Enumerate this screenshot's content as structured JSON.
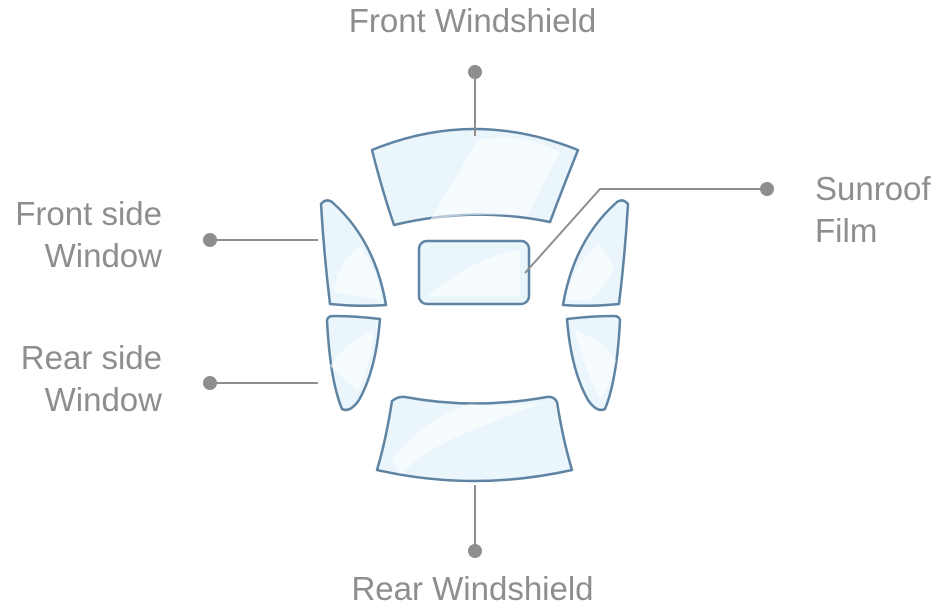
{
  "labels": {
    "front_windshield": "Front Windshield",
    "rear_windshield": "Rear Windshield",
    "front_side_window": [
      "Front side",
      "Window"
    ],
    "rear_side_window": [
      "Rear side",
      "Window"
    ],
    "sunroof_film": [
      "Sunroof",
      "Film"
    ]
  },
  "colors": {
    "glass_fill": "#eaf5fc",
    "glass_stroke": "#5f84a3",
    "leader_line": "#8e8e8e",
    "label_text": "#8e8e8e"
  }
}
